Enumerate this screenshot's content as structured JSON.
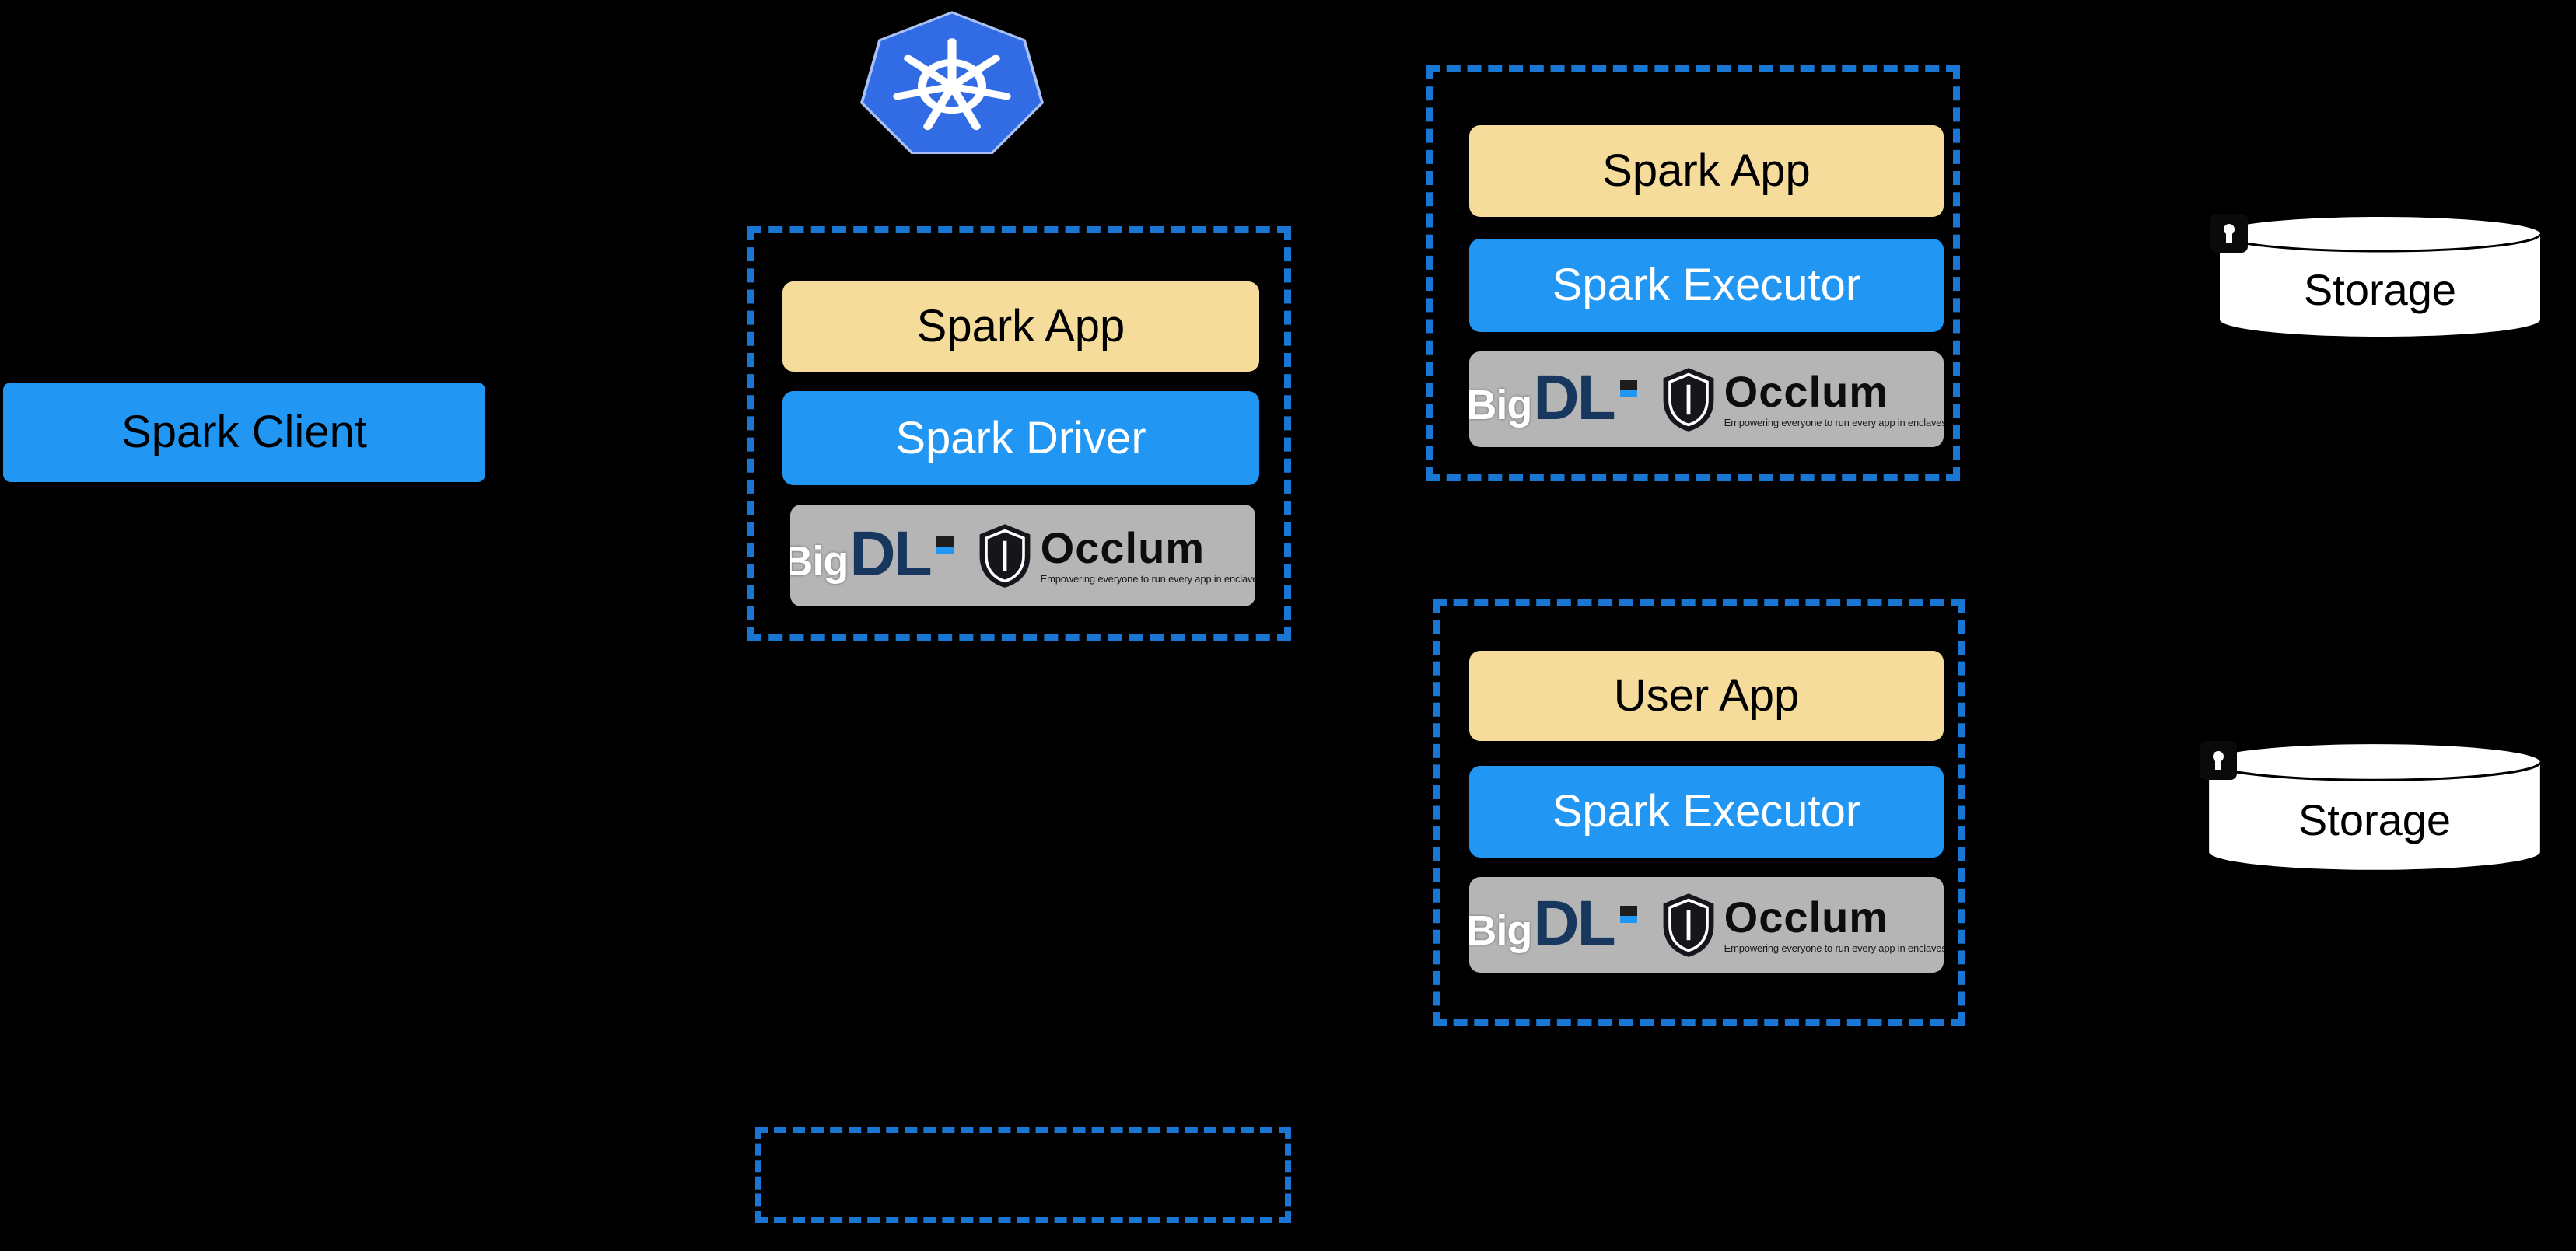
{
  "colors": {
    "bg": "#000000",
    "accent_blue": "#2196F3",
    "dash_blue": "#1976D2",
    "tan": "#F6DC9A",
    "logo_gray": "#B5B5B5",
    "k8s_blue": "#326CE5"
  },
  "kubernetes": {
    "icon": "kubernetes-helm-logo"
  },
  "spark_client": {
    "label": "Spark Client"
  },
  "groups": {
    "driver": {
      "app_label": "Spark App",
      "role_label": "Spark Driver"
    },
    "executor1": {
      "app_label": "Spark App",
      "role_label": "Spark Executor"
    },
    "executor2": {
      "app_label": "User App",
      "role_label": "Spark Executor"
    }
  },
  "logo_bar": {
    "bigdl_big": "Big",
    "bigdl_dl": "DL",
    "occlum_name": "Occlum",
    "occlum_tagline": "Empowering everyone to run every app in enclaves"
  },
  "storages": [
    {
      "label": "Storage"
    },
    {
      "label": "Storage"
    }
  ]
}
